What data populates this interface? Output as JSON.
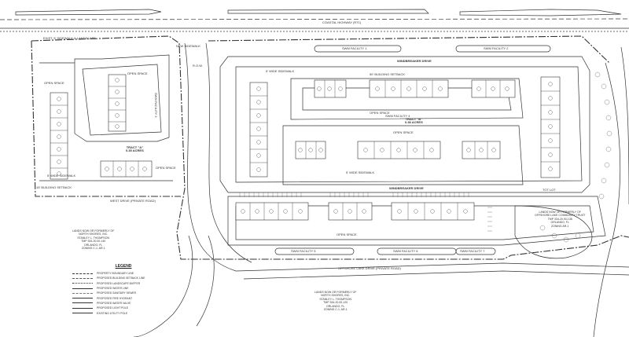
{
  "roads": {
    "highway": "COASTAL HIGHWAY (RT1)",
    "windbreaker_top": "WINDBREAKER DRIVE",
    "windbreaker_mid": "WINDBREAKER DRIVE",
    "west_drive": "WEST DRIVE (PRIVATE ROAD)",
    "offshore": "OFFSHORE LAKE DRIVE (PRIVATE ROAD)",
    "new_sidewalk": "NEW SIDEWALK",
    "sidewalk_top": "EXIST. 5' SIDEWALK & LANDSCAPE",
    "row": "R.O.W."
  },
  "tracts": {
    "a": "TRACT \"A\"",
    "a_sub": "0.35 ACRES",
    "b": "TRACT \"B\"",
    "b_sub": "0.38 ACRES"
  },
  "swm": [
    "SWM FACILITY 1",
    "SWM FACILITY 2",
    "SWM FACILITY 3",
    "SWM FACILITY 4",
    "SWM FACILITY 5",
    "SWM FACILITY 6",
    "SWM FACILITY 7"
  ],
  "labels": {
    "open_space": "OPEN SPACE",
    "bsl": "15' BUILDING SETBACK",
    "bsl2": "50' BUILDING SETBACK",
    "walk5": "5' WIDE SIDEWALK",
    "tot_lot": "TOT LOT"
  },
  "legend": {
    "title": "LEGEND",
    "items": [
      "PROPERTY BOUNDARY LINE",
      "PROPOSED BUILDING SETBACK LINE",
      "PROPOSED LANDSCAPE BUFFER",
      "PROPOSED WATER LINE",
      "PROPOSED SANITARY SEWER",
      "PROPOSED FIRE HYDRANT",
      "PROPOSED WATER VALVE",
      "PROPOSED LIGHT POLE",
      "EXISTING UTILITY POLE"
    ]
  },
  "owners": {
    "west": "LANDS NOW OR FORMERLY OF\nNORTH SHORES, INC.\nSTANLEY L. THOMPSON\nTMP 334-20.00-140\nORLANDO, FL\nZONING C-1, AR-1",
    "south": "LANDS NOW OR FORMERLY OF\nNORTH SHORES, INC.\nSTANLEY L. THOMPSON\nTMP 334-20.00-120\nORLANDO, FL\nZONING C-1, AR-1",
    "east": "LANDS NOW OR FORMERLY OF\nOFFSHORE LAKE COMMUNITY TRUST\nTMP 334-20.00-138\nORLANDO, FL\nZONING AR-1"
  }
}
